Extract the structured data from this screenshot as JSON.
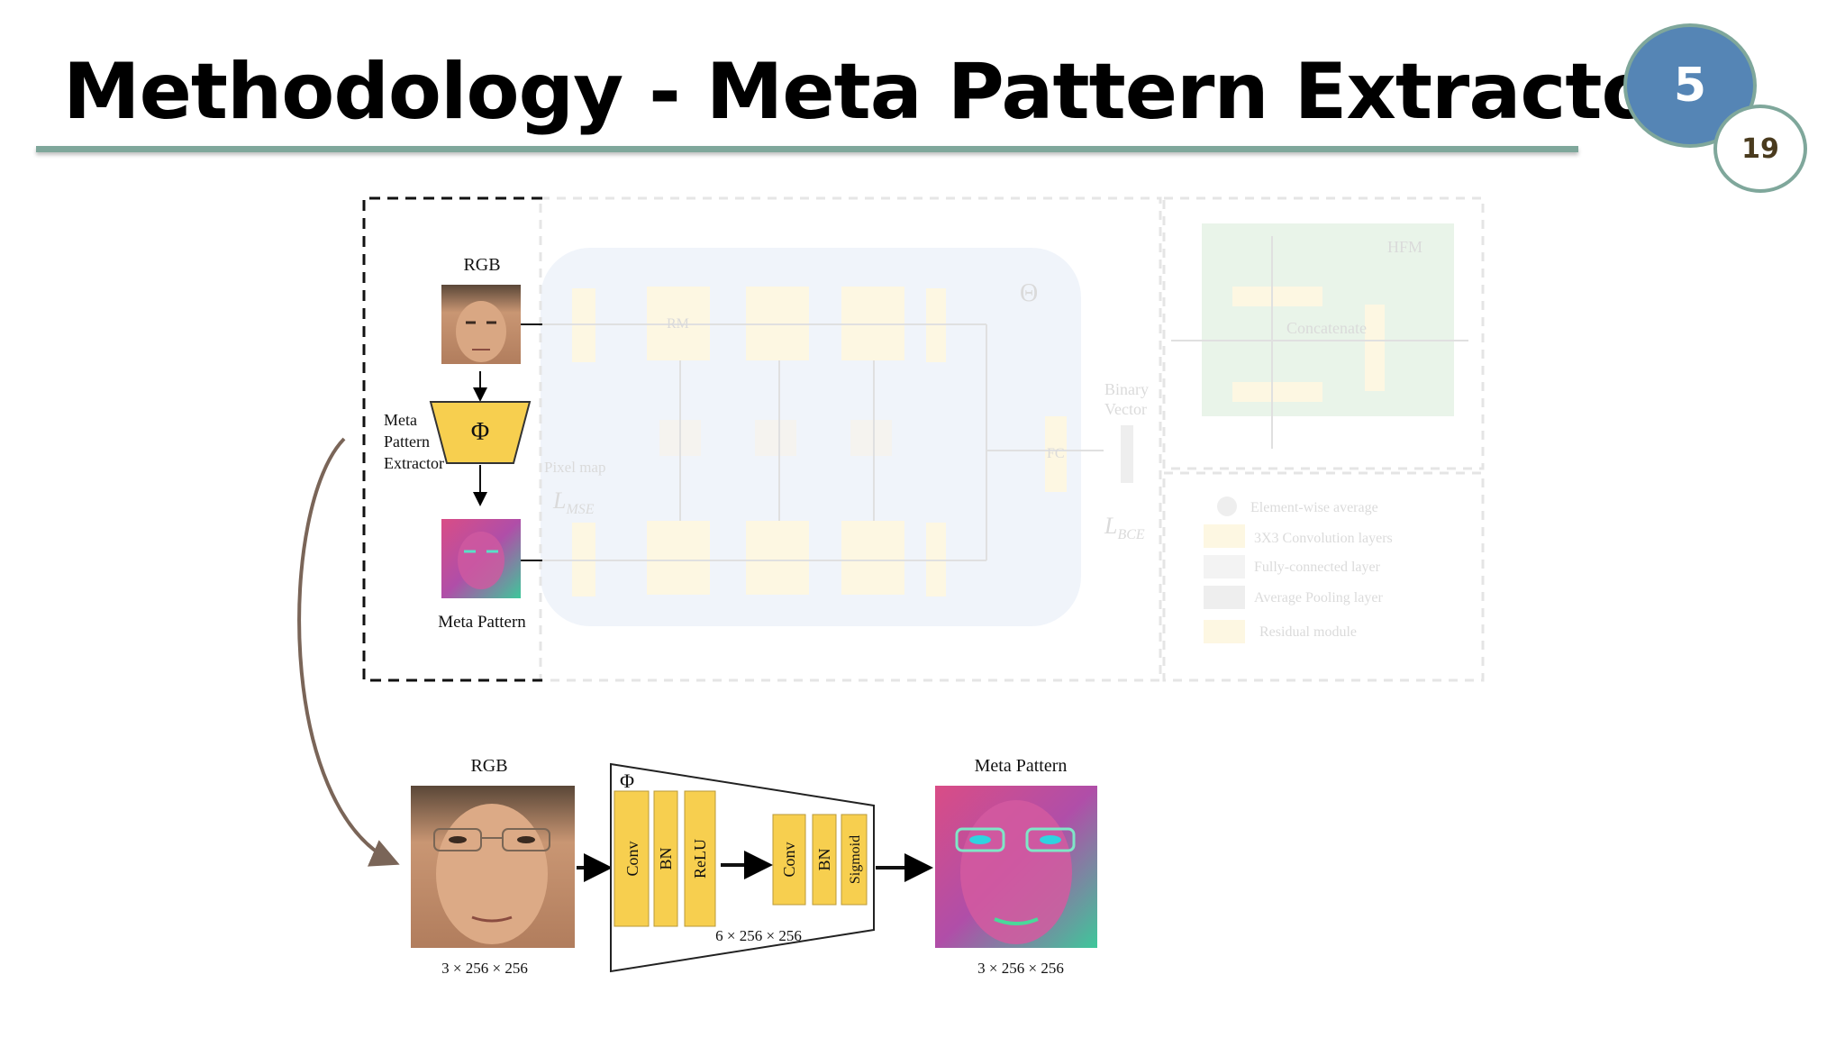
{
  "slide": {
    "title": "Methodology - Meta Pattern Extractor",
    "section_number": "5",
    "page_number": "19"
  },
  "top_diagram": {
    "rgb_label": "RGB",
    "extractor_symbol": "Φ",
    "extractor_label_lines": [
      "Meta",
      "Pattern",
      "Extractor"
    ],
    "meta_pattern_label": "Meta Pattern",
    "theta_symbol": "Θ",
    "rm_label": "RM",
    "hfm_label": "HFM",
    "fc_label": "FC",
    "binary_vector_lines": [
      "Binary",
      "Vector"
    ],
    "loss_mse": "L",
    "loss_mse_sub": "MSE",
    "loss_bce": "L",
    "loss_bce_sub": "BCE",
    "pixel_map_label": "Pixel map",
    "concatenate_label": "Concatenate",
    "legend": [
      "Element-wise average",
      "3X3 Convolution layers",
      "Fully-connected layer",
      "Average Pooling layer",
      "Residual module"
    ]
  },
  "bottom_diagram": {
    "rgb_label": "RGB",
    "input_dims": "3 × 256 × 256",
    "phi_symbol": "Φ",
    "layers_group1": [
      "Conv",
      "BN",
      "ReLU"
    ],
    "layers_group2": [
      "Conv",
      "BN",
      "Sigmoid"
    ],
    "middle_dims": "6 × 256 × 256",
    "meta_pattern_label": "Meta Pattern",
    "output_dims": "3 × 256 × 256"
  },
  "colors": {
    "title_rule": "#7fa79b",
    "badge_fill": "#5585b5",
    "layer_yellow": "#f7cf4f",
    "arrow_brown": "#7a6558"
  }
}
